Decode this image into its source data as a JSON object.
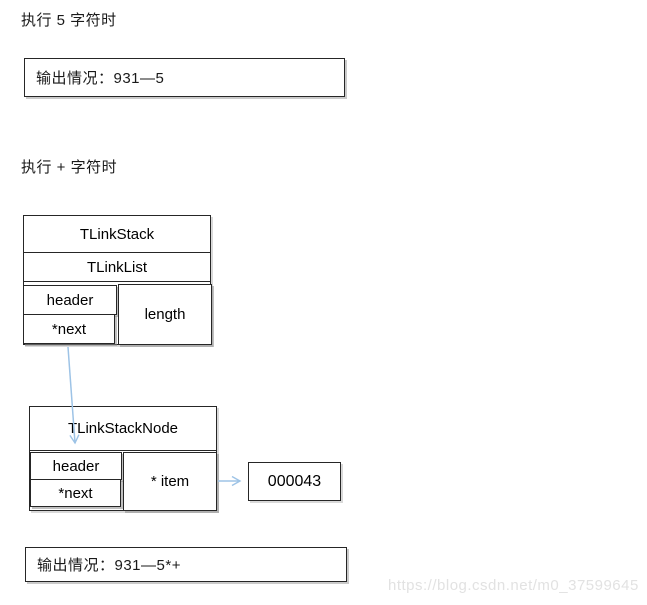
{
  "colors": {
    "arrow": "#9DC3E6",
    "border": "#262626",
    "watermark": "#E2E2E2"
  },
  "headings": {
    "exec5": "执行 5 字符时",
    "execPlus": "执行 + 字符时"
  },
  "outputs": {
    "afterDigit5": "输出情况：931—5",
    "afterPlus": "输出情况：931—5*+"
  },
  "stackStruct": {
    "title": "TLinkStack",
    "baseType": "TLinkList",
    "headerField": "header",
    "nextField": "*next",
    "lengthField": "length"
  },
  "nodeStruct": {
    "title": "TLinkStackNode",
    "headerField": "header",
    "nextField": "*next",
    "itemField": "* item"
  },
  "itemValue": "000043",
  "watermark": "https://blog.csdn.net/m0_37599645"
}
